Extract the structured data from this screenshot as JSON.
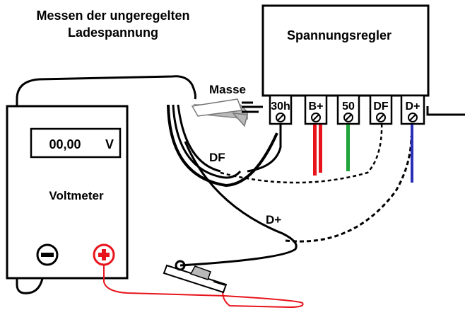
{
  "title_line1": "Messen der ungeregelten",
  "title_line2": "Ladespannung",
  "regulator": {
    "label": "Spannungsregler",
    "terminals": [
      "30h",
      "B+",
      "50",
      "DF",
      "D+"
    ]
  },
  "voltmeter": {
    "label": "Voltmeter",
    "reading": "00,00",
    "unit": "V"
  },
  "clip_label": "Masse",
  "wire_labels": {
    "df": "DF",
    "dplus": "D+"
  },
  "colors": {
    "b_plus_wire": "#e8141c",
    "terminal_50_wire": "#1fa33a",
    "d_plus_wire": "#2a2fb8",
    "probe_lead": "#e8141c",
    "plus_jack": "#e8141c",
    "clip_shade": "#b9b9b9"
  }
}
